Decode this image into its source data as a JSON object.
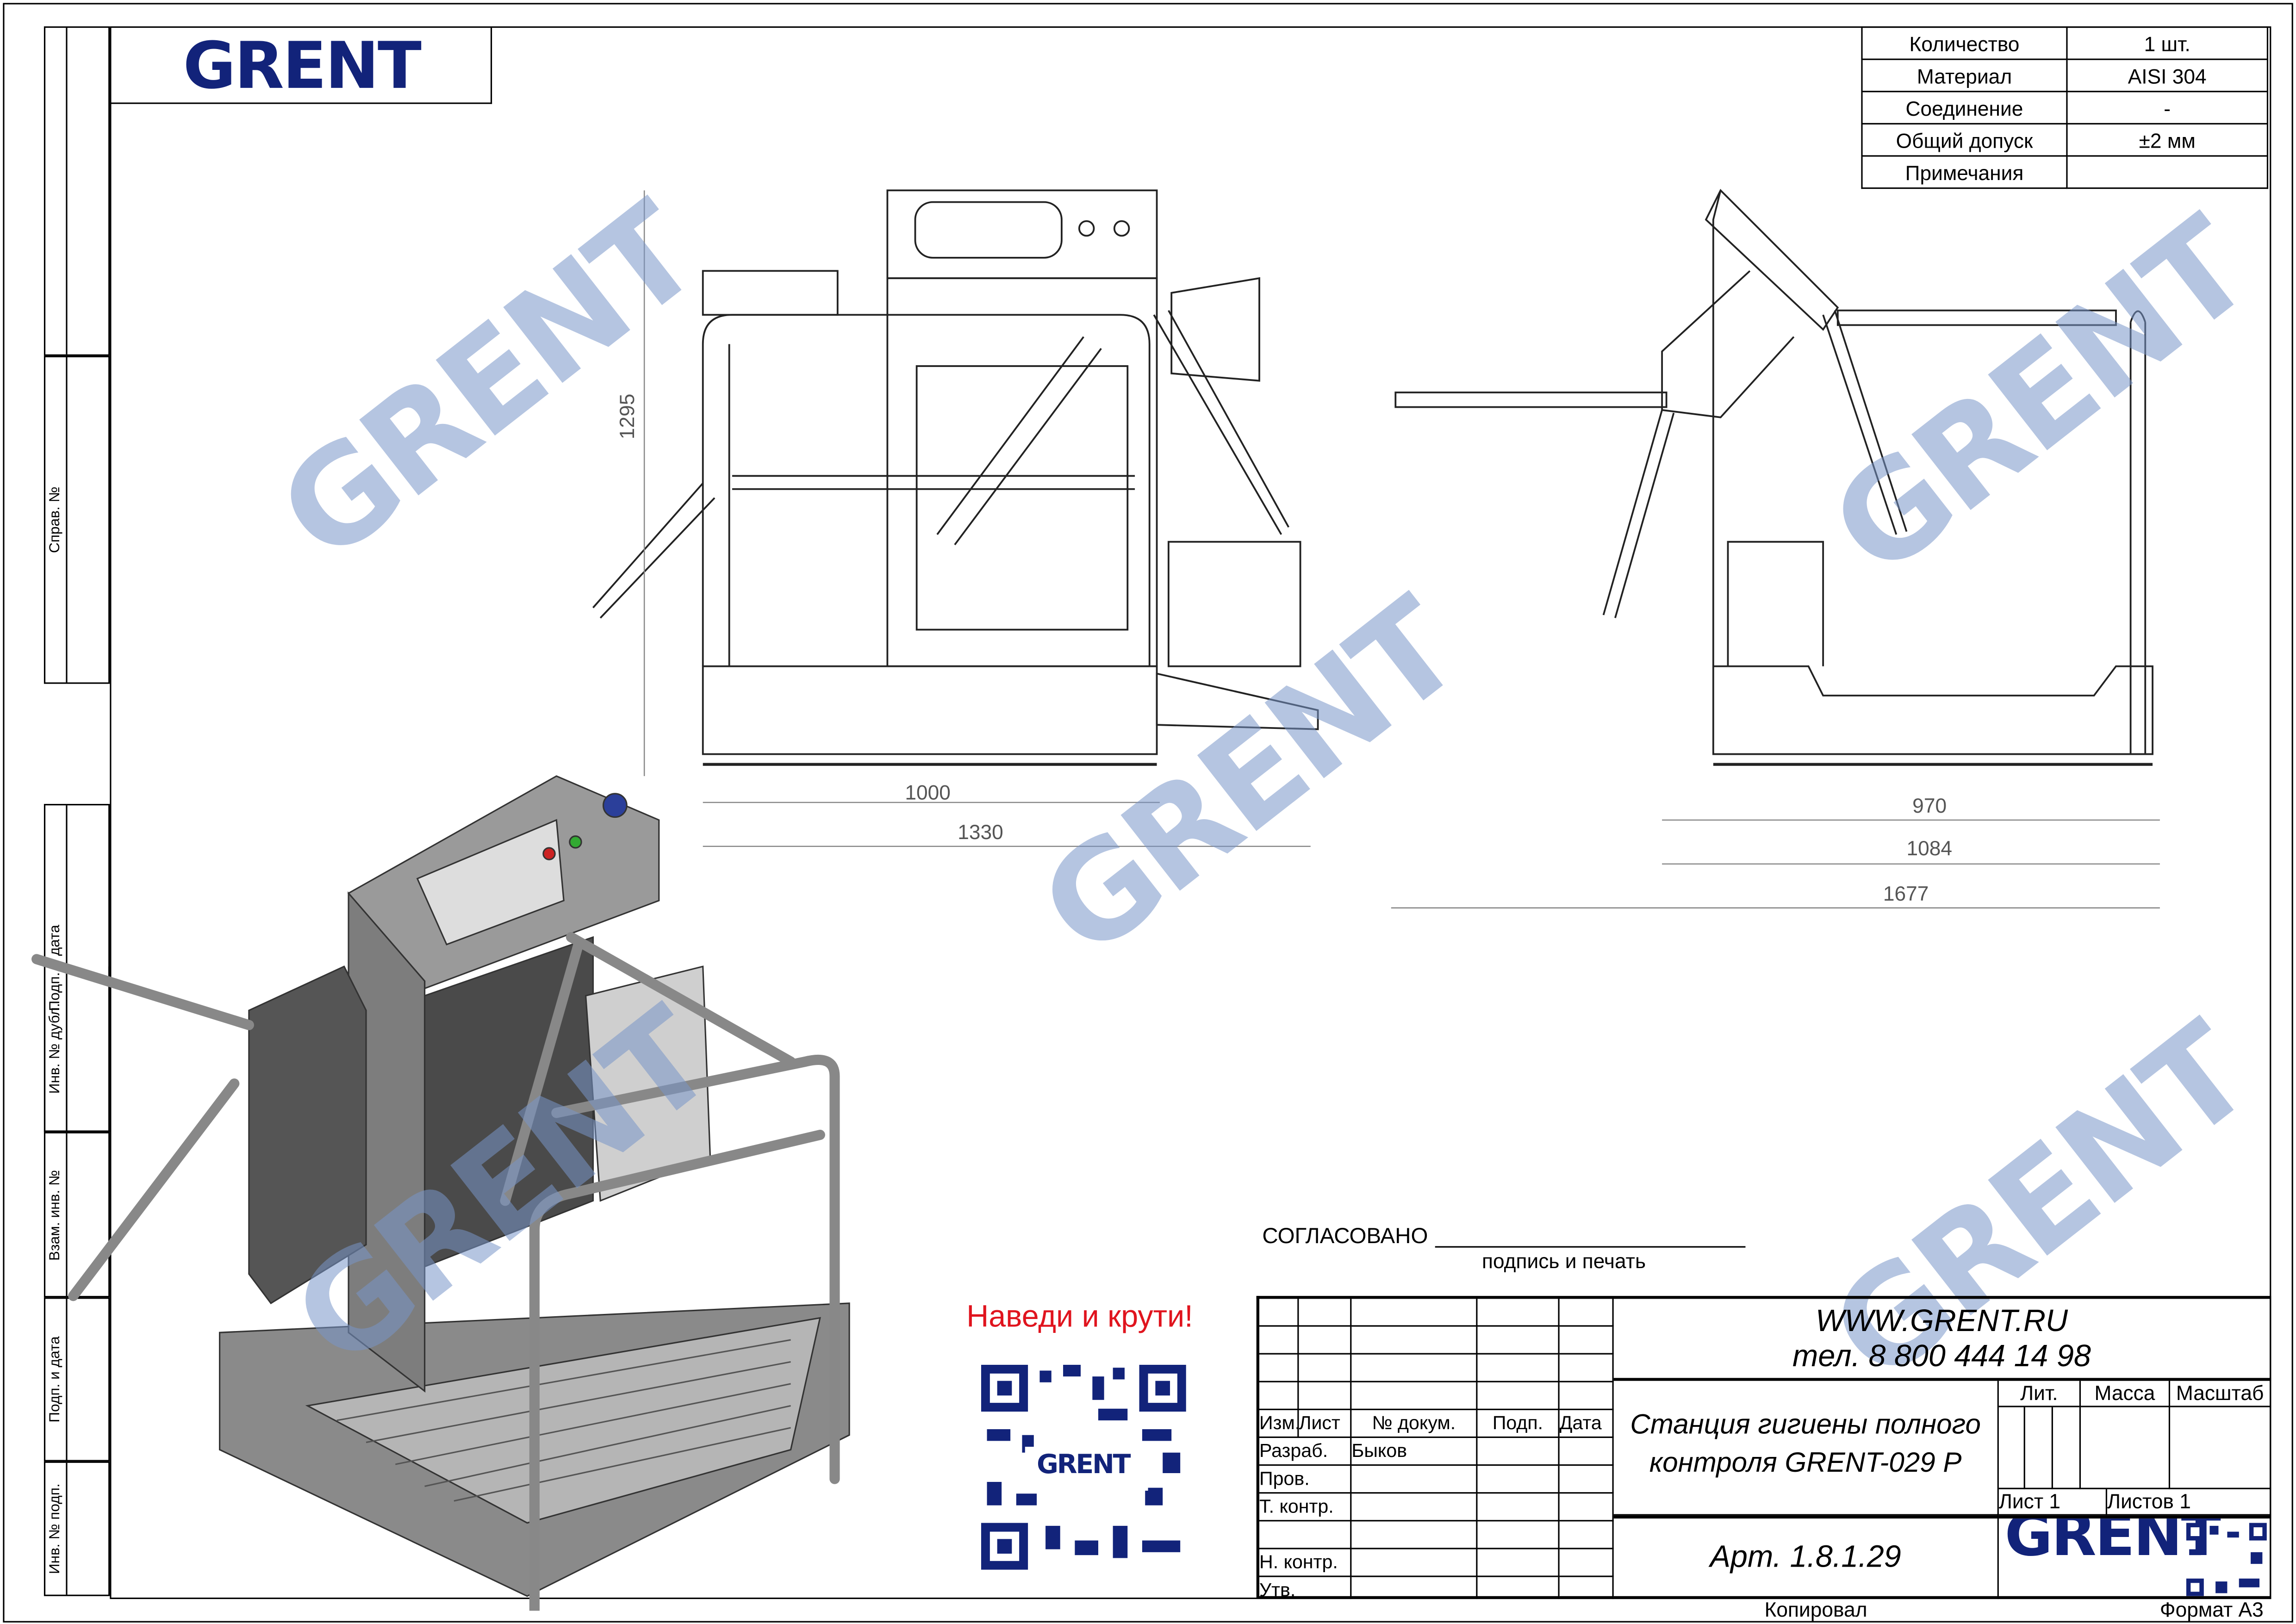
{
  "logo_text": "GRENT",
  "side_labels": [
    "Справ. №",
    "Подп. и дата",
    "Инв. № дубл.",
    "Взам. инв. №",
    "Подп. и дата",
    "Инв. № подп."
  ],
  "properties": [
    {
      "label": "Количество",
      "value": "1 шт."
    },
    {
      "label": "Материал",
      "value": "AISI 304"
    },
    {
      "label": "Соединение",
      "value": "-"
    },
    {
      "label": "Общий допуск",
      "value": "±2 мм"
    },
    {
      "label": "Примечания",
      "value": ""
    }
  ],
  "dimensions": {
    "front_height": "1295",
    "front_width_inner": "1000",
    "front_width_total": "1330",
    "side_depth_inner": "970",
    "side_depth_mid": "1084",
    "side_depth_total": "1677"
  },
  "watermark": "GRENT",
  "qr_caption": "Наведи и крути!",
  "qr_logo": "GRENT",
  "approval": {
    "label": "СОГЛАСОВАНО",
    "sublabel": "подпись и печать"
  },
  "title_block": {
    "website": "WWW.GRENT.RU",
    "phone": "тел. 8 800 444 14 98",
    "headers": [
      "Изм.",
      "Лист",
      "№ докум.",
      "Подп.",
      "Дата"
    ],
    "roles": [
      "Разраб.",
      "Пров.",
      "Т. контр.",
      "Н. контр.",
      "Утв."
    ],
    "developer": "Быков",
    "title_line1": "Станция гигиены полного",
    "title_line2": "контроля GRENT-029 Р",
    "article": "Арт. 1.8.1.29",
    "lit_label": "Лит.",
    "mass_label": "Масса",
    "scale_label": "Масштаб",
    "sheet": "Лист 1",
    "sheets": "Листов 1",
    "copied": "Копировал",
    "format": "Формат А3"
  },
  "colors": {
    "brand": "#12237a",
    "watermark": "#7896c8",
    "qr_caption": "#e0141e"
  }
}
